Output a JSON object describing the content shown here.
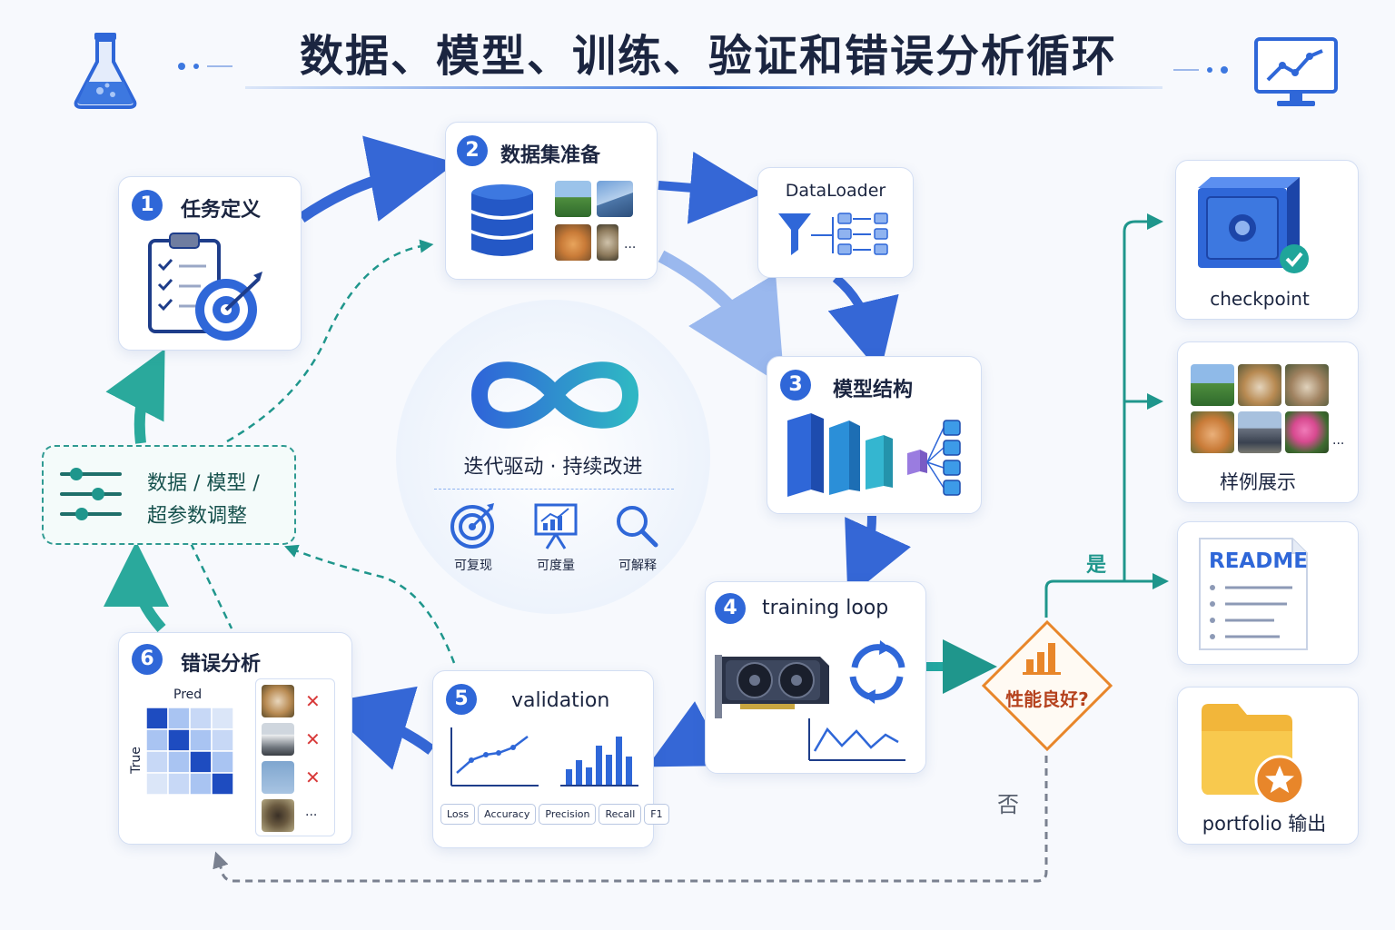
{
  "title": "数据、模型、训练、验证和错误分析循环",
  "steps": {
    "s1": {
      "num": "1",
      "label": "任务定义"
    },
    "s2": {
      "num": "2",
      "label": "数据集准备"
    },
    "s3": {
      "num": "3",
      "label": "模型结构"
    },
    "s4": {
      "num": "4",
      "label": "training loop"
    },
    "s5": {
      "num": "5",
      "label": "validation"
    },
    "s6": {
      "num": "6",
      "label": "错误分析"
    }
  },
  "dataloader": {
    "label": "DataLoader"
  },
  "tuning": {
    "line1": "数据 / 模型 /",
    "line2": "超参数调整"
  },
  "center": {
    "slogan": "迭代驱动 · 持续改进",
    "icons": [
      {
        "label": "可复现",
        "icon": "target-icon"
      },
      {
        "label": "可度量",
        "icon": "chart-board-icon"
      },
      {
        "label": "可解释",
        "icon": "magnifier-icon"
      }
    ]
  },
  "metrics": [
    "Loss",
    "Accuracy",
    "Precision",
    "Recall",
    "F1"
  ],
  "ellipsis": "...",
  "confusion": {
    "pred": "Pred",
    "true": "True",
    "mark": "✕"
  },
  "decision": {
    "question": "性能良好?",
    "yes": "是",
    "no": "否"
  },
  "outputs": {
    "checkpoint": "checkpoint",
    "samples": "样例展示",
    "readme": "README",
    "portfolio": "portfolio 输出"
  },
  "colors": {
    "blue": "#2f67d8",
    "teal": "#1f968c",
    "orange": "#e8862a",
    "red": "#d83a3a"
  }
}
